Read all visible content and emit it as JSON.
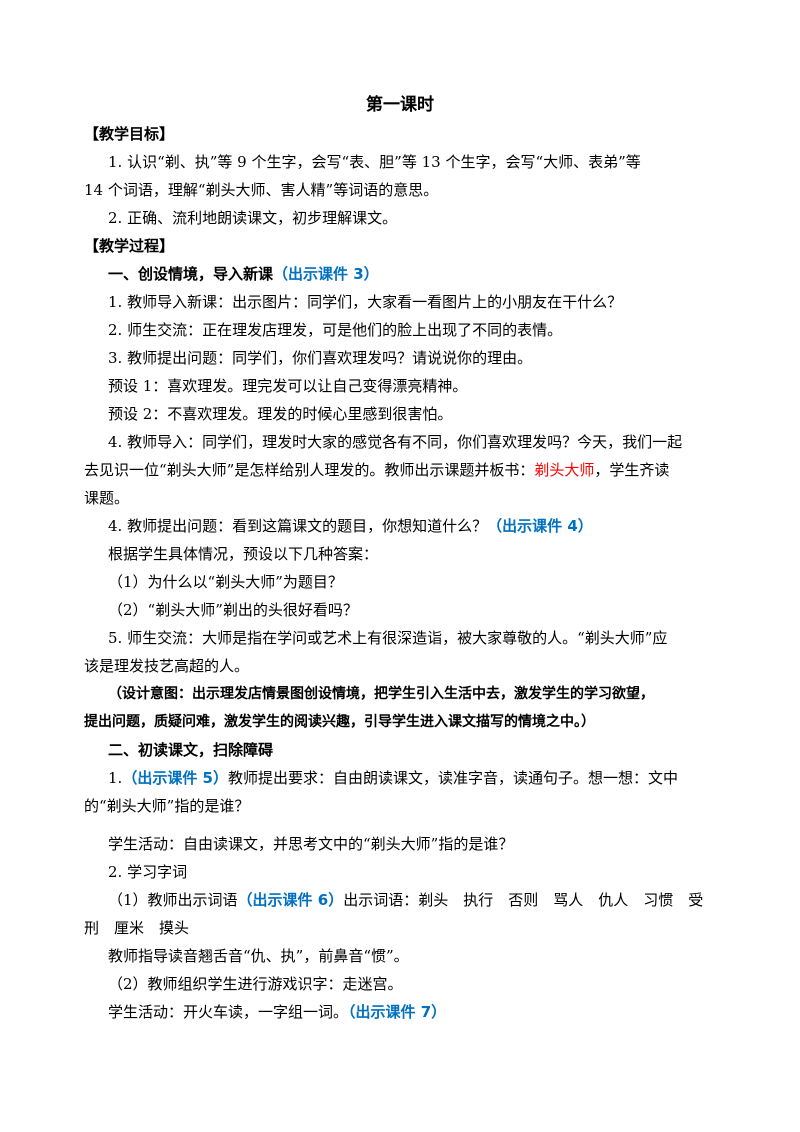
{
  "title": "第一课时",
  "goals_heading": "【教学目标】",
  "goal1_a": "1. 认识“剃、执”等 9 个生字，会写“表、胆”等 13 个生字，会写“大师、表弟”等",
  "goal1_b": "14 个词语，理解“剃头大师、害人精”等词语的意思。",
  "goal2": "2. 正确、流利地朗读课文，初步理解课文。",
  "process_heading": "【教学过程】",
  "sec1_title": "一、创设情境，导入新课",
  "sec1_tag": "（出示课件 3）",
  "p1": "1. 教师导入新课：出示图片：同学们，大家看一看图片上的小朋友在干什么？",
  "p2": "2. 师生交流：正在理发店理发，可是他们的脸上出现了不同的表情。",
  "p3": "3. 教师提出问题：同学们，你们喜欢理发吗？请说说你的理由。",
  "p4": "预设 1：喜欢理发。理完发可以让自己变得漂亮精神。",
  "p5": "预设 2：不喜欢理发。理发的时候心里感到很害怕。",
  "p6_a": "4. 教师导入：同学们，理发时大家的感觉各有不同，你们喜欢理发吗？今天，我们一起",
  "p6_b1": "去见识一位“剃头大师”是怎样给别人理发的。教师出示课题并板书：",
  "p6_b_red": "剃头大师",
  "p6_b2": "，学生齐读",
  "p6_c": "课题。",
  "p7": "4. 教师提出问题：看到这篇课文的题目，你想知道什么？",
  "p7_tag": "（出示课件 4）",
  "p8": "根据学生具体情况，预设以下几种答案：",
  "p9": "（1）为什么以“剃头大师”为题目？",
  "p10": "（2）“剃头大师”剃出的头很好看吗？",
  "p11_a": "5. 师生交流：大师是指在学问或艺术上有很深造诣，被大家尊敬的人。“剃头大师”应",
  "p11_b": "该是理发技艺高超的人。",
  "design_a": "（设计意图：出示理发店情景图创设情境，把学生引入生活中去，激发学生的学习欲望，",
  "design_b": "提出问题，质疑问难，激发学生的阅读兴趣，引导学生进入课文描写的情境之中。）",
  "sec2_title": "二、初读课文，扫除障碍",
  "q1_num": "1.",
  "q1_tag": "（出示课件 5）",
  "q1_text": "教师提出要求：自由朗读课文，读准字音，读通句子。想一想：文中",
  "q1_b": "的“剃头大师”指的是谁？",
  "q2": "学生活动：自由读课文，并思考文中的“剃头大师”指的是谁？",
  "q3": "2. 学习字词",
  "q4_a": "（1）教师出示词语",
  "q4_tag": "（出示课件 6）",
  "q4_b": "出示词语：剃头　执行　否则　骂人　仇人　习惯　受",
  "q4_c": "刑　厘米　摸头",
  "q5": "教师指导读音翘舌音“仇、执”，前鼻音“惯”。",
  "q6": "（2）教师组织学生进行游戏识字：走迷宫。",
  "q7": "学生活动：开火车读，一字组一词。",
  "q7_tag": "（出示课件 7）"
}
